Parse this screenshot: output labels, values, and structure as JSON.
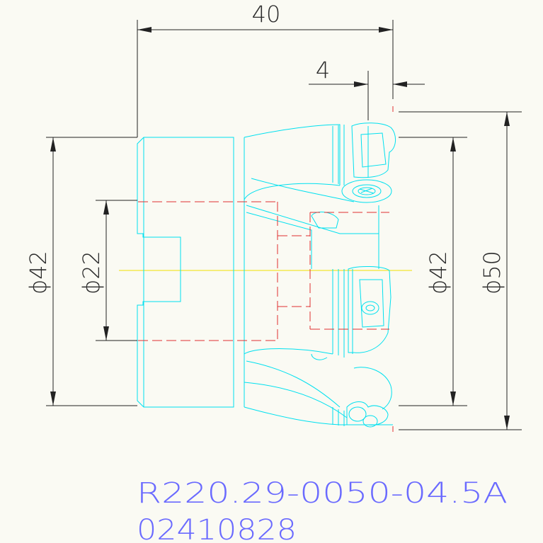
{
  "dimensions": {
    "length_total": "40",
    "length_small": "4",
    "dia_body_left": "ϕ42",
    "dia_bore": "ϕ22",
    "dia_body_right": "ϕ42",
    "dia_cutting": "ϕ50"
  },
  "title_block": {
    "part_number": "R220.29-0050-04.5A",
    "code": "02410828"
  },
  "colors": {
    "background": "#fafaf3",
    "outline": "#00e0ef",
    "dimension": "#222222",
    "hidden_line": "#e03030",
    "center_line": "#f0e000",
    "title": "#6a6aff"
  }
}
